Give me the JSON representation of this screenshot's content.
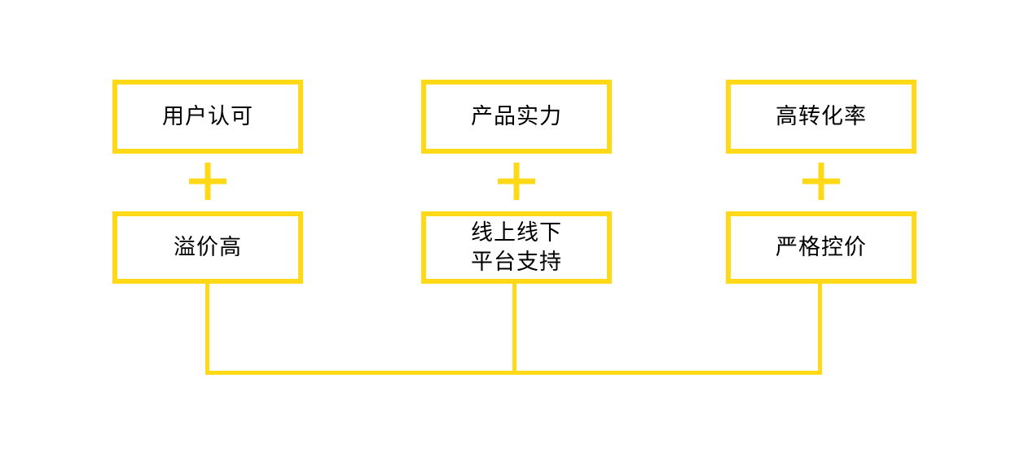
{
  "diagram": {
    "colors": {
      "accent": "#FFD917",
      "text": "#000000",
      "background": "#ffffff"
    },
    "columns": [
      {
        "top_label": "用户认可",
        "operator": "+",
        "bottom_label": "溢价高"
      },
      {
        "top_label": "产品实力",
        "operator": "+",
        "bottom_label": "线上线下\n平台支持"
      },
      {
        "top_label": "高转化率",
        "operator": "+",
        "bottom_label": "严格控价"
      }
    ]
  }
}
